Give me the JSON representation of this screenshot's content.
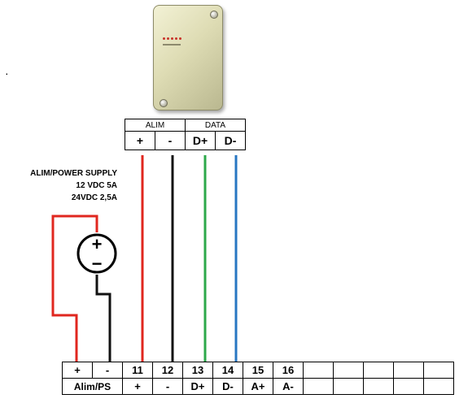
{
  "top_terminal": {
    "groups": [
      "ALIM",
      "DATA"
    ],
    "pins": [
      "+",
      "-",
      "D+",
      "D-"
    ]
  },
  "power_supply": {
    "lines": [
      "ALIM/POWER SUPPLY",
      "12 VDC 5A",
      "24VDC 2,5A"
    ],
    "symbol_plus": "+",
    "symbol_minus": "−"
  },
  "bottom_terminal": {
    "numbers": [
      "",
      "",
      "11",
      "12",
      "13",
      "14",
      "15",
      "16",
      "",
      "",
      "",
      "",
      "",
      ""
    ],
    "labels": [
      "+",
      "-",
      "+",
      "-",
      "D+",
      "D-",
      "A+",
      "A-",
      "",
      "",
      "",
      "",
      "",
      ""
    ],
    "ps_label": "Alim/PS"
  },
  "stray_mark": "·",
  "wire_colors": {
    "plus": "#e0271f",
    "minus": "#111111",
    "d_plus": "#2ca84a",
    "d_minus": "#2776c2"
  }
}
